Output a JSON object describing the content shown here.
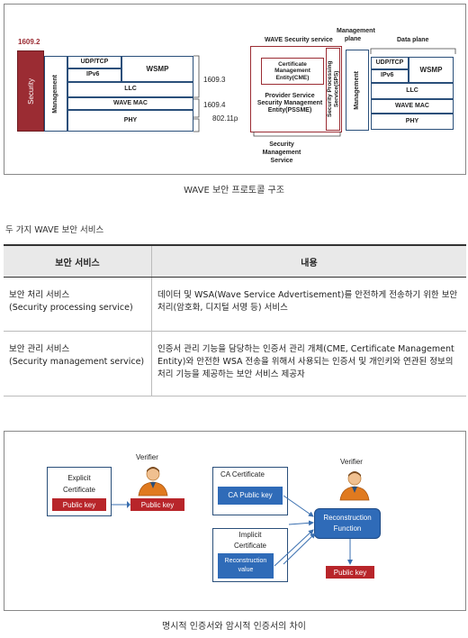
{
  "fig1": {
    "left": {
      "version": "1609.2",
      "security": "Security",
      "management": "Management",
      "udp_tcp": "UDP/TCP",
      "ipv6": "IPv6",
      "wsmp": "WSMP",
      "llc": "LLC",
      "wave_mac": "WAVE MAC",
      "phy": "PHY",
      "std_1609_3": "1609.3",
      "std_1609_4": "1609.4",
      "std_802_11p": "802.11p"
    },
    "right": {
      "wave_security_service": "WAVE Security service",
      "management_plane": "Management plane",
      "data_plane": "Data plane",
      "cme": "Certificate Management Entity(CME)",
      "pssme": "Provider Service Security Management Entity(PSSME)",
      "sps": "Security Processing Service(SPS)",
      "management": "Management",
      "udp_tcp": "UDP/TCP",
      "ipv6": "IPv6",
      "wsmp": "WSMP",
      "llc": "LLC",
      "wave_mac": "WAVE MAC",
      "phy": "PHY",
      "security_management_service": "Security Management Service"
    },
    "caption": "WAVE 보안 프로토콜 구조"
  },
  "table_title": "두 가지 WAVE 보안 서비스",
  "table": {
    "headers": [
      "보안 서비스",
      "내용"
    ],
    "rows": [
      {
        "service": "보안 처리 서비스\n(Security processing service)",
        "content": "데이터 및 WSA(Wave Service Advertisement)를 안전하게 전송하기 위한 보안 처리(암호화, 디지털 서명 등) 서비스"
      },
      {
        "service": "보안 관리 서비스\n(Security management service)",
        "content": "인증서 관리 기능을 담당하는 인증서 관리 개체(CME, Certificate Management Entity)와 안전한 WSA 전송을 위해서 사용되는 인증서 및 개인키와 연관된 정보의 처리 기능을 제공하는 보안 서비스 제공자"
      }
    ]
  },
  "fig2": {
    "explicit_title": "Explicit Certificate",
    "explicit_key": "Public key",
    "verifier1": "Verifier",
    "verifier1_key": "Public key",
    "ca_title": "CA Certificate",
    "ca_key": "CA Public key",
    "implicit_title": "Implicit Certificate",
    "implicit_value": "Reconstruction value",
    "verifier2": "Verifier",
    "reconstruction": "Reconstruction Function",
    "result_key": "Public key",
    "caption": "명시적 인증서와 암시적 인증서의 차이"
  },
  "colors": {
    "security_red": "#9b2c33",
    "key_red": "#b8252a",
    "blue": "#2f6bb8",
    "border_blue": "#2a4f7a",
    "person_orange": "#e07a1f"
  }
}
